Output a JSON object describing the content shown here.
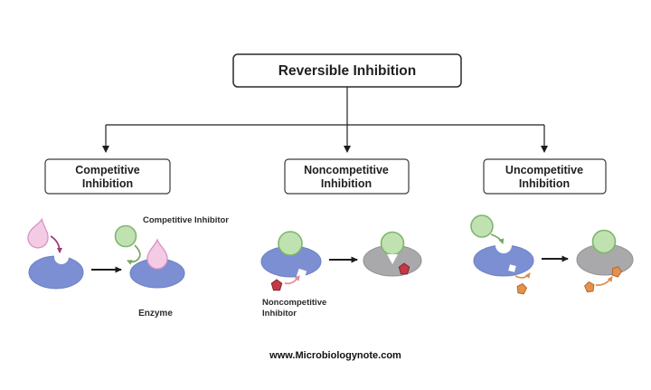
{
  "title": "Reversible Inhibition",
  "branches": [
    {
      "line1": "Competitive",
      "line2": "Inhibition"
    },
    {
      "line1": "Noncompetitive",
      "line2": "Inhibition"
    },
    {
      "line1": "Uncompetitive",
      "line2": "Inhibition"
    }
  ],
  "annotations": {
    "competitive_inhibitor": "Competitive Inhibitor",
    "enzyme": "Enzyme",
    "noncompetitive_inhibitor_line1": "Noncompetitive",
    "noncompetitive_inhibitor_line2": "Inhibitor"
  },
  "footer": "www.Microbiologynote.com",
  "colors": {
    "enzyme_active_blue": "#7b8fd2",
    "enzyme_inactive_gray": "#a9a9ac",
    "substrate_pink": "#f3cbe5",
    "inhibitor_green": "#c0e2b1",
    "inhibitor_red": "#c13b46",
    "inhibitor_orange": "#e2924e",
    "arrow_black": "#1c1c1c"
  }
}
